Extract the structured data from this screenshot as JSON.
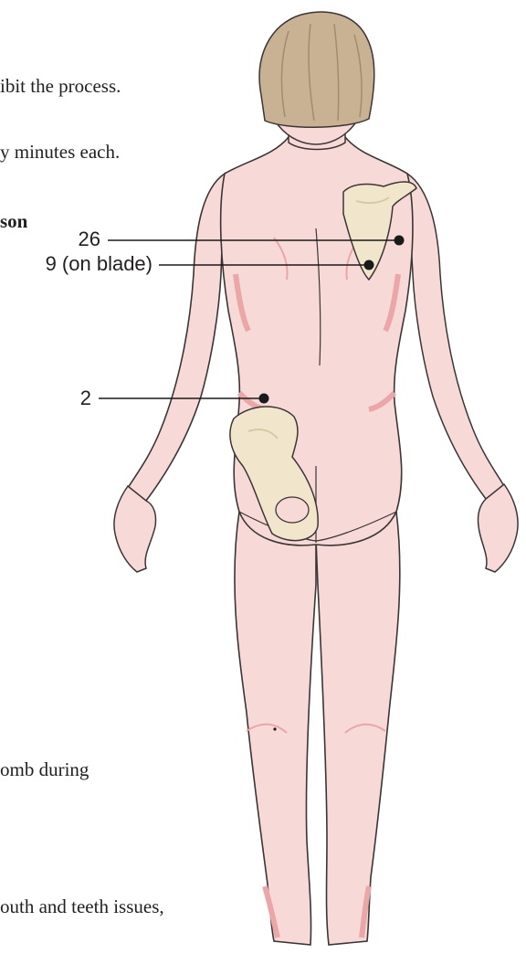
{
  "text_fragments": [
    "ibit the process.",
    "y minutes each.",
    "son",
    "omb during",
    "outh and teeth issues,"
  ],
  "points": [
    {
      "label": "26"
    },
    {
      "label": "9 (on blade)"
    },
    {
      "label": "2"
    }
  ],
  "colors": {
    "skin": "#f7d9d8",
    "skin_shadow": "#eba7a8",
    "outline": "#3b3536",
    "hair": "#c9b193",
    "hair_dark": "#a28c6d",
    "bone": "#f1e6cc",
    "bone_shadow": "#d9c9a3",
    "marker": "#1a1a1a"
  }
}
